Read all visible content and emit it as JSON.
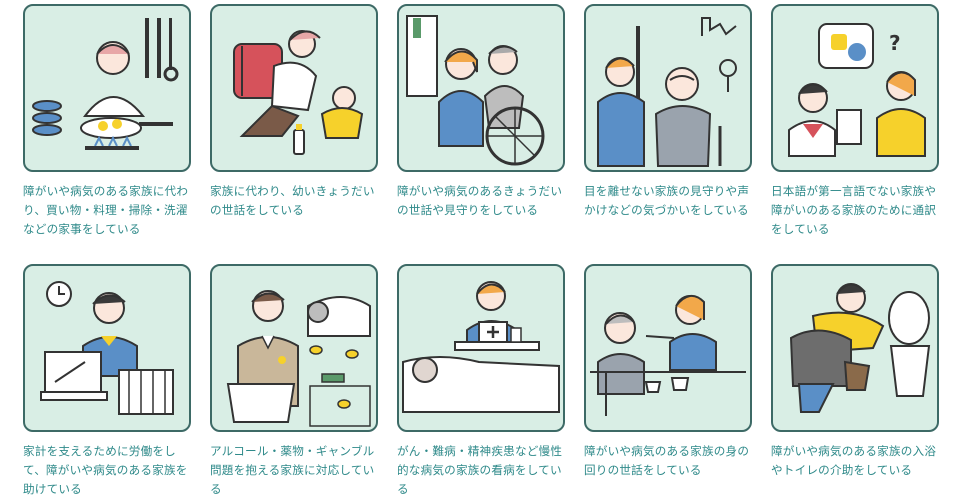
{
  "colors": {
    "tile_border": "#3d6a66",
    "tile_bg": "#d9eee5",
    "caption_text": "#2f8a8a",
    "accent_yellow": "#f6d12b",
    "accent_blue": "#5a8fc7",
    "accent_red": "#d6525b"
  },
  "cards": [
    {
      "icon": "cooking-housework-icon",
      "caption": "障がいや病気のある家族に代わり、買い物・料理・掃除・洗濯などの家事をしている"
    },
    {
      "icon": "childcare-icon",
      "caption": "家族に代わり、幼いきょうだいの世話をしている"
    },
    {
      "icon": "wheelchair-care-icon",
      "caption": "障がいや病気のあるきょうだいの世話や見守りをしている"
    },
    {
      "icon": "watching-over-elderly-icon",
      "caption": "目を離せない家族の見守りや声かけなどの気づかいをしている"
    },
    {
      "icon": "interpreting-icon",
      "caption": "日本語が第一言語でない家族や障がいのある家族のために通訳をしている"
    },
    {
      "icon": "working-icon",
      "caption": "家計を支えるために労働をして、障がいや病気のある家族を助けている"
    },
    {
      "icon": "addiction-support-icon",
      "caption": "アルコール・薬物・ギャンブル問題を抱える家族に対応している"
    },
    {
      "icon": "nursing-care-icon",
      "caption": "がん・難病・精神疾患など慢性的な病気の家族の看病をしている"
    },
    {
      "icon": "feeding-care-icon",
      "caption": "障がいや病気のある家族の身の回りの世話をしている"
    },
    {
      "icon": "bathing-toilet-assist-icon",
      "caption": "障がいや病気のある家族の入浴やトイレの介助をしている"
    }
  ]
}
